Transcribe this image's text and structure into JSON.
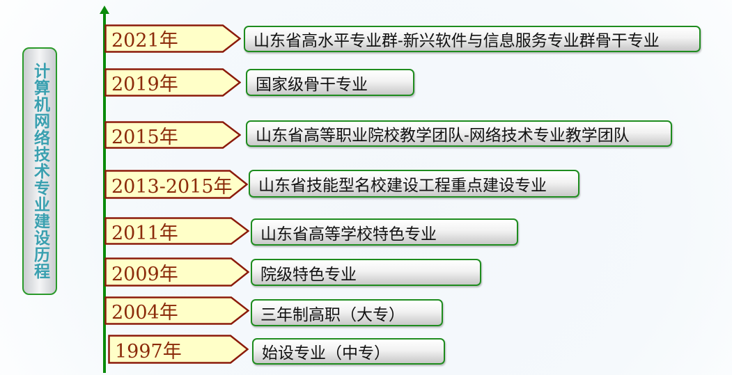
{
  "title": "计算机网络技术专业建设历程",
  "colors": {
    "axis": "#0a8a0a",
    "tag_fill": "#ffffc8",
    "tag_border": "#8b1a0a",
    "box_border": "#1e8c1e"
  },
  "timeline": [
    {
      "year": "2021年",
      "event": "山东省高水平专业群-新兴软件与信息服务专业群骨干专业"
    },
    {
      "year": "2019年",
      "event": "国家级骨干专业"
    },
    {
      "year": "2015年",
      "event": "山东省高等职业院校教学团队-网络技术专业教学团队"
    },
    {
      "year": "2013-2015年",
      "event": "山东省技能型名校建设工程重点建设专业"
    },
    {
      "year": "2011年",
      "event": "山东省高等学校特色专业"
    },
    {
      "year": "2009年",
      "event": "院级特色专业"
    },
    {
      "year": "2004年",
      "event": "三年制高职（大专）"
    },
    {
      "year": "1997年",
      "event": "始设专业（中专）"
    }
  ]
}
